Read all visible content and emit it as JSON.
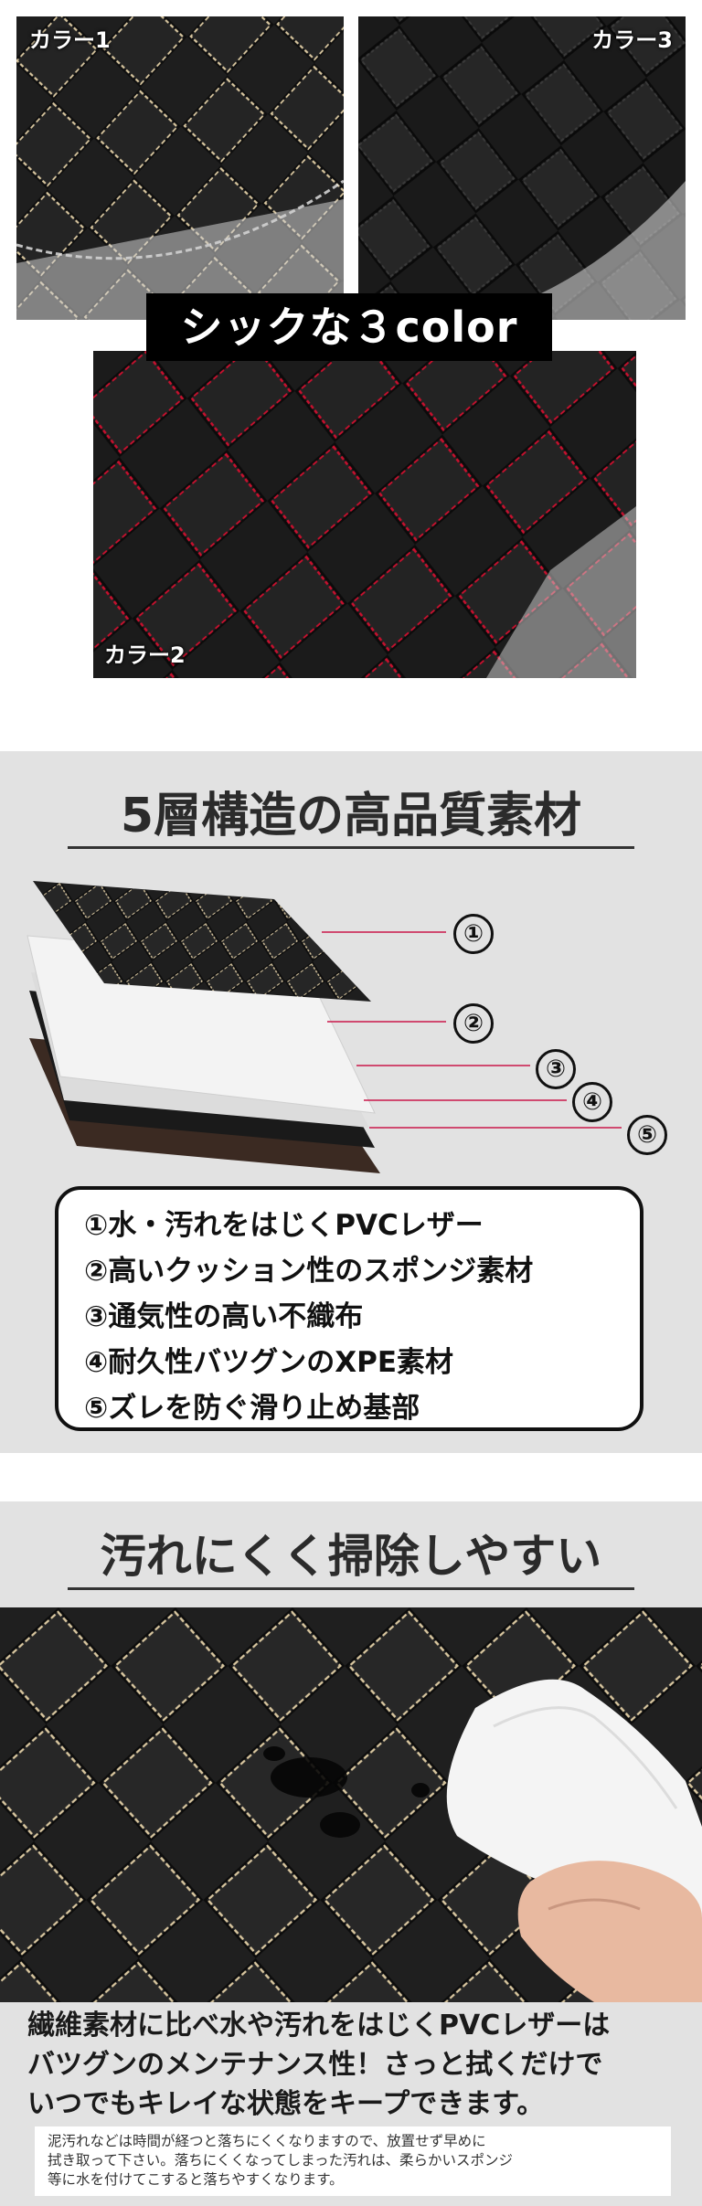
{
  "colors": {
    "swatch_labels": [
      "カラー1",
      "カラー3",
      "カラー2"
    ],
    "banner": "シックな３color",
    "stitch_colors": {
      "color1": "#d9c7a0",
      "color3": "#1a1a1a",
      "color2": "#c8102e"
    }
  },
  "layers": {
    "title": "5層構造の高品質素材",
    "numbers": [
      "①",
      "②",
      "③",
      "④",
      "⑤"
    ],
    "features": [
      "①水・汚れをはじくPVCレザー",
      "②高いクッション性のスポンジ素材",
      "③通気性の高い不織布",
      "④耐久性バツグンのXPE素材",
      "⑤ズレを防ぐ滑り止め基部"
    ]
  },
  "cleaning": {
    "title": "汚れにくく掃除しやすい",
    "body": [
      "繊維素材に比べ水や汚れをはじくPVCレザーは",
      "バツグンのメンテナンス性！さっと拭くだけで",
      "いつでもキレイな状態をキープできます。"
    ],
    "note": [
      "泥汚れなどは時間が経つと落ちにくくなりますので、放置せず早めに",
      "拭き取って下さい。落ちにくくなってしまった汚れは、柔らかいスポンジ",
      "等に水を付けてこすると落ちやすくなります。"
    ]
  }
}
